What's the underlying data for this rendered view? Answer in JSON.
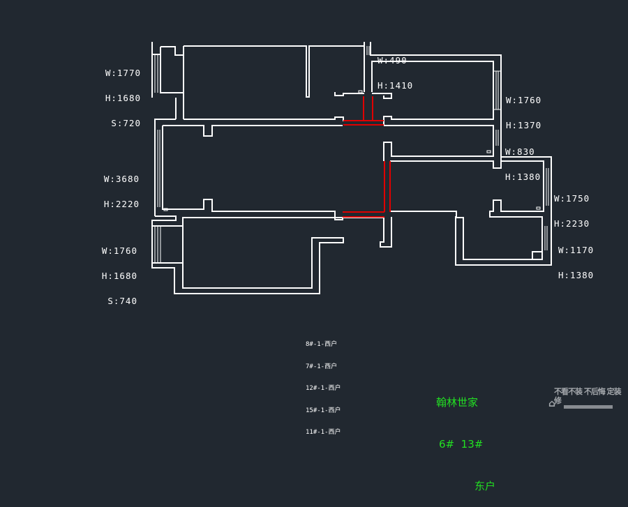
{
  "drawing": {
    "type": "floor-plan",
    "wall_color": "#ffffff",
    "highlight_color": "#e00000",
    "background_color": "#212830"
  },
  "window_labels": [
    {
      "id": "w1",
      "lines": [
        "W:1770",
        "H:1680",
        "S:720"
      ]
    },
    {
      "id": "w2",
      "lines": [
        "W:490",
        "H:1410"
      ]
    },
    {
      "id": "w3",
      "lines": [
        "W:1760",
        "H:1370"
      ]
    },
    {
      "id": "w4",
      "lines": [
        "W:830",
        "H:1380"
      ]
    },
    {
      "id": "w5",
      "lines": [
        "W:3680",
        "H:2220"
      ]
    },
    {
      "id": "w6",
      "lines": [
        "W:1750",
        "H:2230"
      ]
    },
    {
      "id": "w7",
      "lines": [
        "W:1760",
        "H:1680",
        "S:740"
      ]
    },
    {
      "id": "w8",
      "lines": [
        "W:1170",
        "H:1380"
      ]
    }
  ],
  "unit_list": [
    "8#-1-西户",
    "7#-1-西户",
    "12#-1-西户",
    "15#-1-西户",
    "11#-1-西户"
  ],
  "title_block": {
    "project": "翰林世家",
    "building": "6#  13#",
    "unit": "东户",
    "color": "#22e022"
  },
  "watermark": {
    "text": "不看不装 不后悔 定装修",
    "icon": "house-icon"
  }
}
